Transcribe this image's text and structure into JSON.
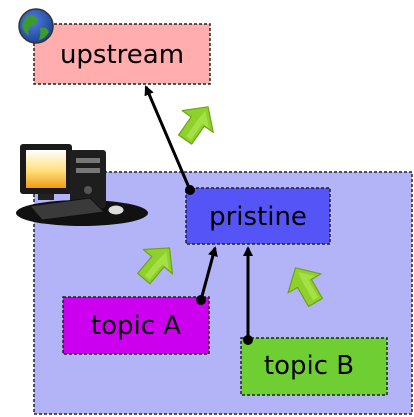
{
  "colors": {
    "local_repo_bg": "#b3b3f7",
    "upstream_fill": "#ffadad",
    "pristine_fill": "#5454f7",
    "topic_a_fill": "#cc00ee",
    "topic_b_fill": "#6fcf32",
    "arrow_green": "#8ed12a",
    "border": "#222222"
  },
  "nodes": {
    "upstream": {
      "label": "upstream"
    },
    "pristine": {
      "label": "pristine"
    },
    "topic_a": {
      "label": "topic A"
    },
    "topic_b": {
      "label": "topic B"
    }
  },
  "icons": {
    "globe": "globe-icon",
    "computer": "computer-icon",
    "arrow": "green-up-arrow-icon"
  }
}
